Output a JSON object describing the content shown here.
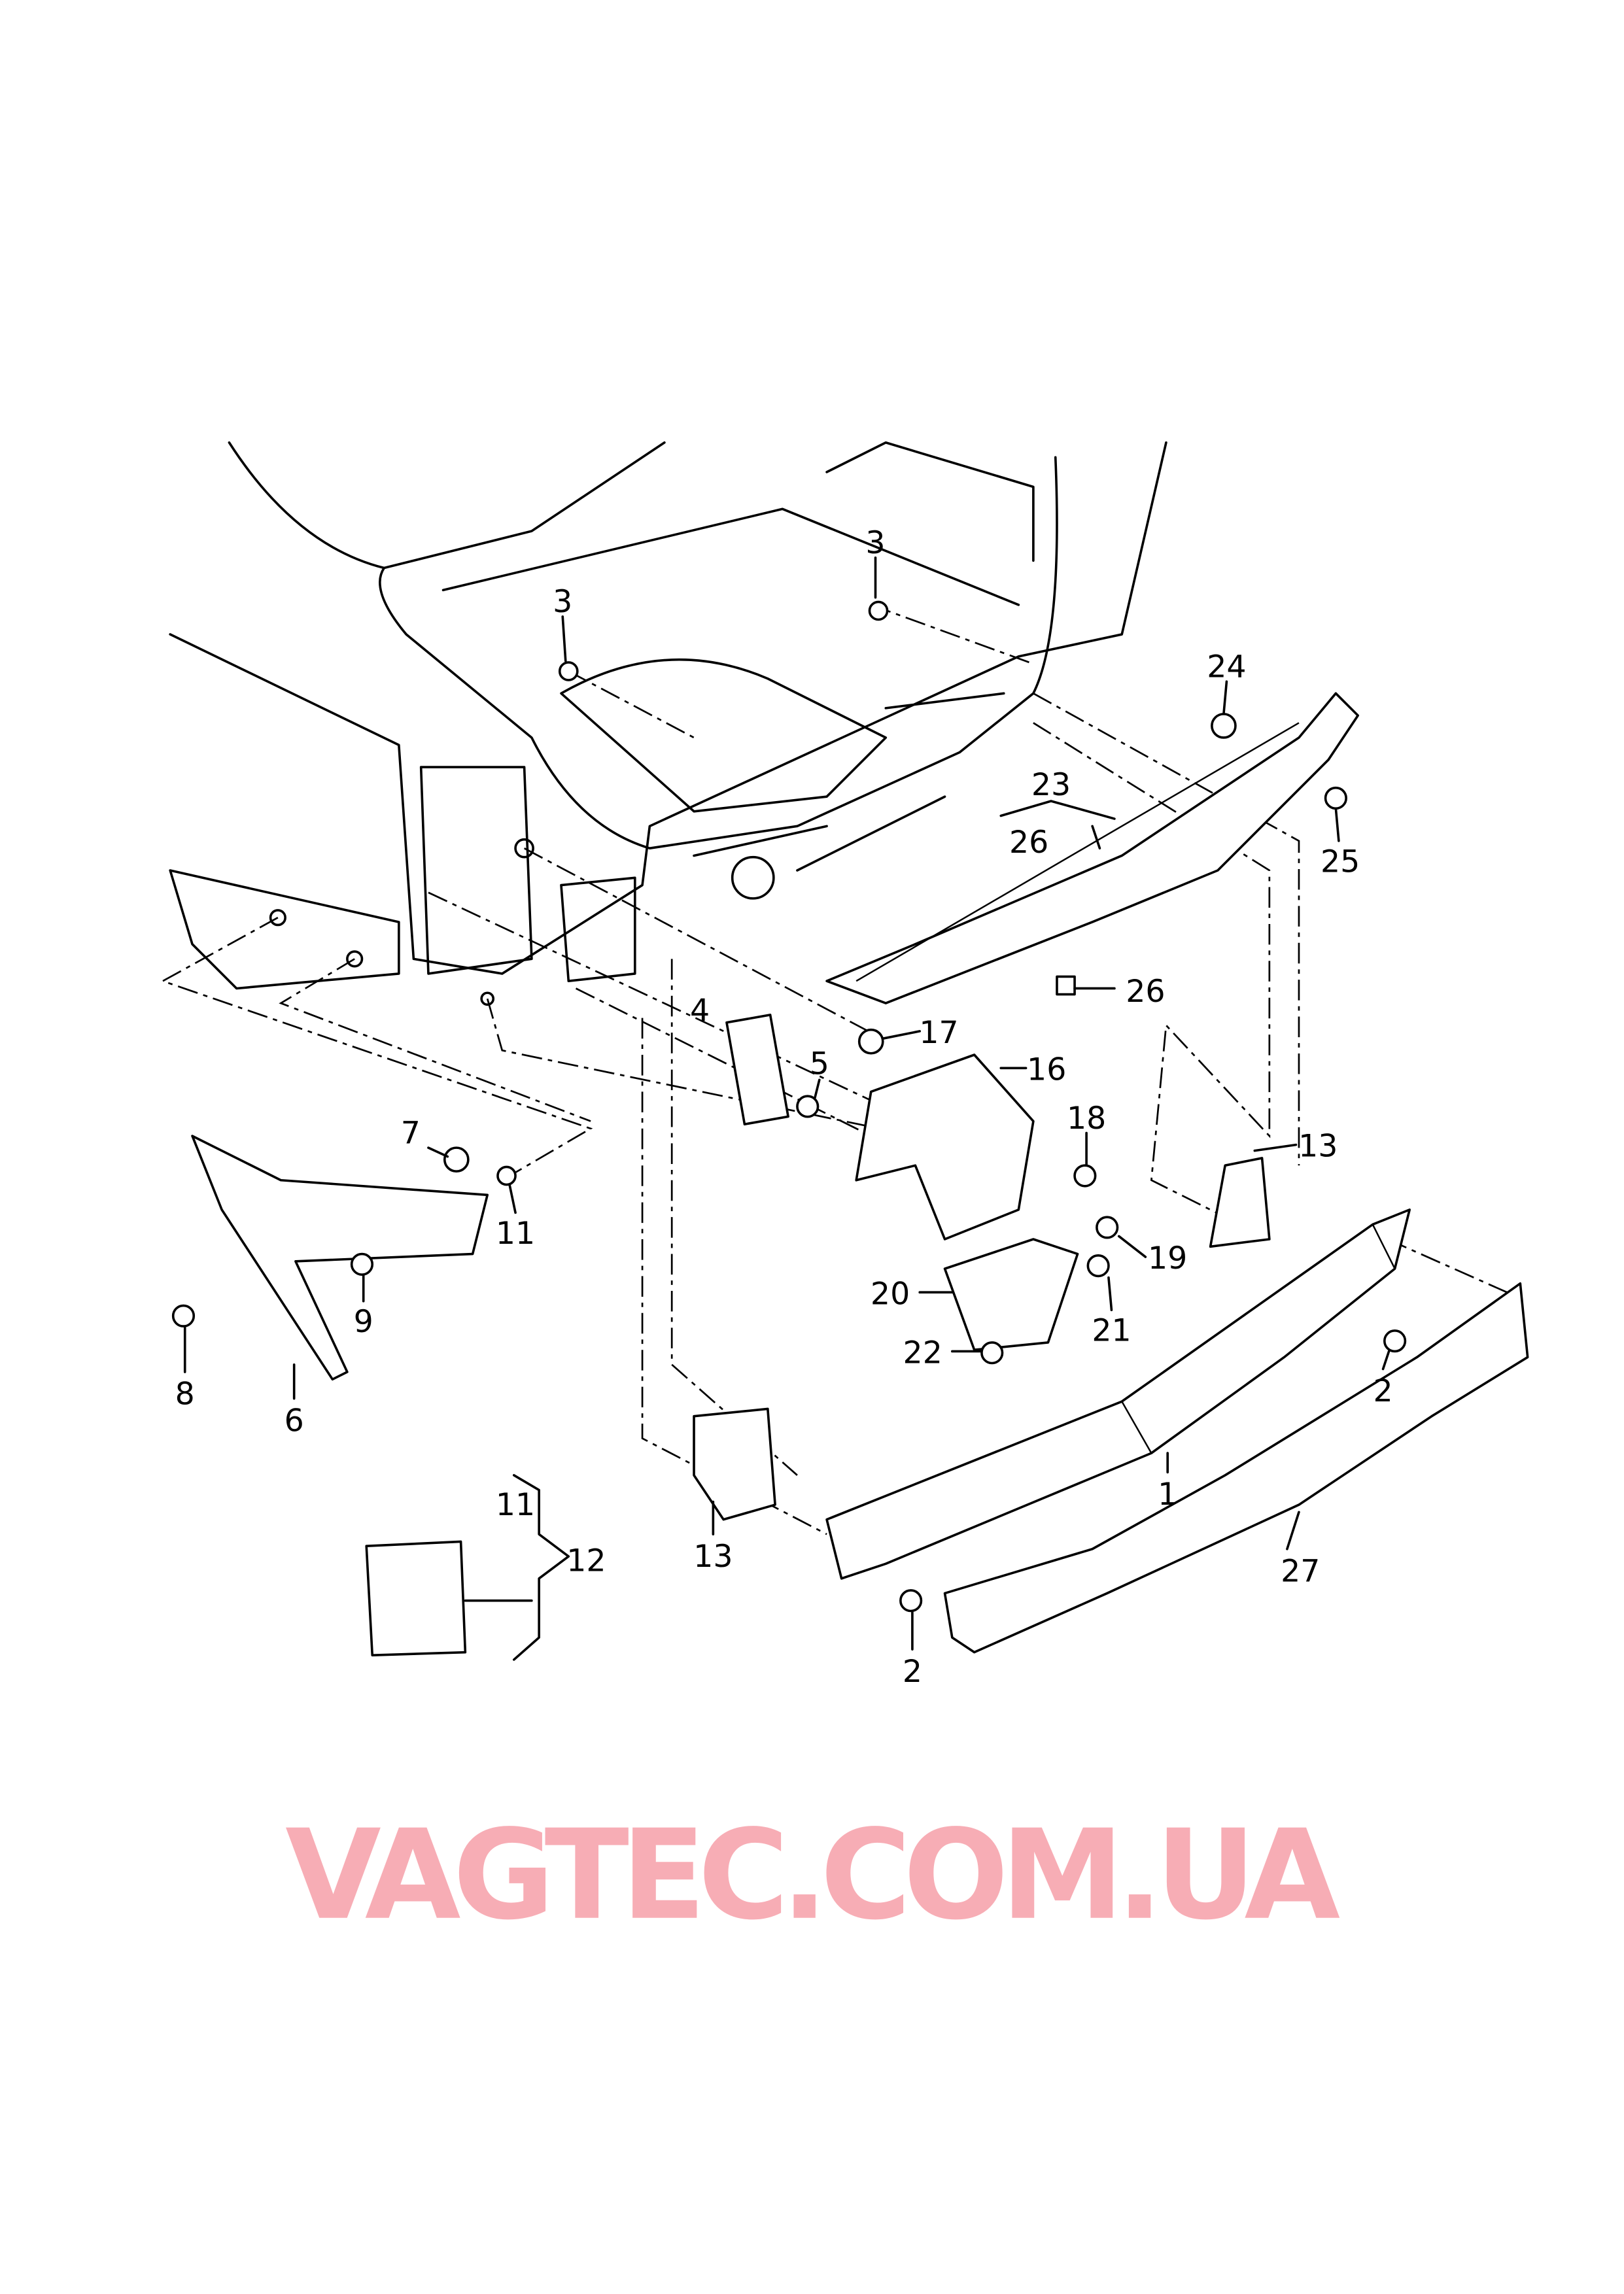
{
  "watermark": "VAGTEC.COM.UA",
  "colors": {
    "watermark": "#f48a96",
    "lines": "#000000"
  },
  "callouts": [
    {
      "id": "c1",
      "text": "1"
    },
    {
      "id": "c2a",
      "text": "2"
    },
    {
      "id": "c2b",
      "text": "2"
    },
    {
      "id": "c3a",
      "text": "3"
    },
    {
      "id": "c3b",
      "text": "3"
    },
    {
      "id": "c4",
      "text": "4"
    },
    {
      "id": "c5",
      "text": "5"
    },
    {
      "id": "c6",
      "text": "6"
    },
    {
      "id": "c7",
      "text": "7"
    },
    {
      "id": "c8",
      "text": "8"
    },
    {
      "id": "c9",
      "text": "9"
    },
    {
      "id": "c11a",
      "text": "11"
    },
    {
      "id": "c11b",
      "text": "11"
    },
    {
      "id": "c12",
      "text": "12"
    },
    {
      "id": "c13a",
      "text": "13"
    },
    {
      "id": "c13b",
      "text": "13"
    },
    {
      "id": "c16",
      "text": "16"
    },
    {
      "id": "c17",
      "text": "17"
    },
    {
      "id": "c18",
      "text": "18"
    },
    {
      "id": "c19",
      "text": "19"
    },
    {
      "id": "c20",
      "text": "20"
    },
    {
      "id": "c21",
      "text": "21"
    },
    {
      "id": "c22",
      "text": "22"
    },
    {
      "id": "c23",
      "text": "23"
    },
    {
      "id": "c24",
      "text": "24"
    },
    {
      "id": "c25",
      "text": "25"
    },
    {
      "id": "c26a",
      "text": "26"
    },
    {
      "id": "c26b",
      "text": "26"
    },
    {
      "id": "c27",
      "text": "27"
    }
  ]
}
